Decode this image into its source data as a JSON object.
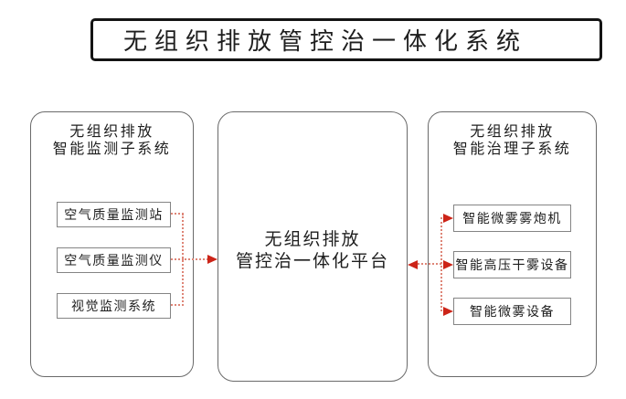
{
  "title": "无组织排放管控治一体化系统",
  "monitoring_panel": {
    "header_line1": "无组织排放",
    "header_line2": "智能监测子系统",
    "items": [
      {
        "label": "空气质量监测站"
      },
      {
        "label": "空气质量监测仪"
      },
      {
        "label": "视觉监测系统"
      }
    ]
  },
  "platform_panel": {
    "line1": "无组织排放",
    "line2": "管控治一体化平台"
  },
  "treatment_panel": {
    "header_line1": "无组织排放",
    "header_line2": "智能治理子系统",
    "items": [
      {
        "label": "智能微雾雾炮机"
      },
      {
        "label": "智能高压干雾设备"
      },
      {
        "label": "智能微雾设备"
      }
    ]
  },
  "colors": {
    "arrow_red": "#cc2418",
    "dot_red": "#de8577",
    "panel_border": "#6a6a6a",
    "box_border": "#848484",
    "title_border": "#141414",
    "text_color": "#1e1e1e",
    "background": "#ffffff"
  }
}
